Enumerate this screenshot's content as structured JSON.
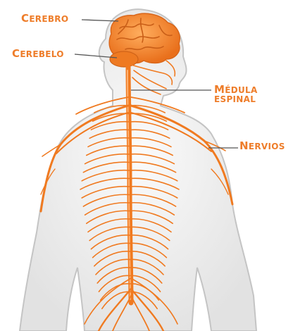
{
  "labels": {
    "cerebro": {
      "first": "C",
      "rest": "EREBRO"
    },
    "cerebelo": {
      "first": "C",
      "rest": "EREBELO"
    },
    "medula": {
      "line1_first": "M",
      "line1_rest": "ÉDULA",
      "line2": "ESPINAL"
    },
    "nervios": {
      "first": "N",
      "rest": "ERVIOS"
    }
  },
  "colors": {
    "label": "#ee7d2a",
    "nerve": "#f07a20",
    "brain": "#f58a2e",
    "body_fill": "#eeeeee",
    "body_outline": "#c4c4c4",
    "leader_line": "#555555"
  }
}
